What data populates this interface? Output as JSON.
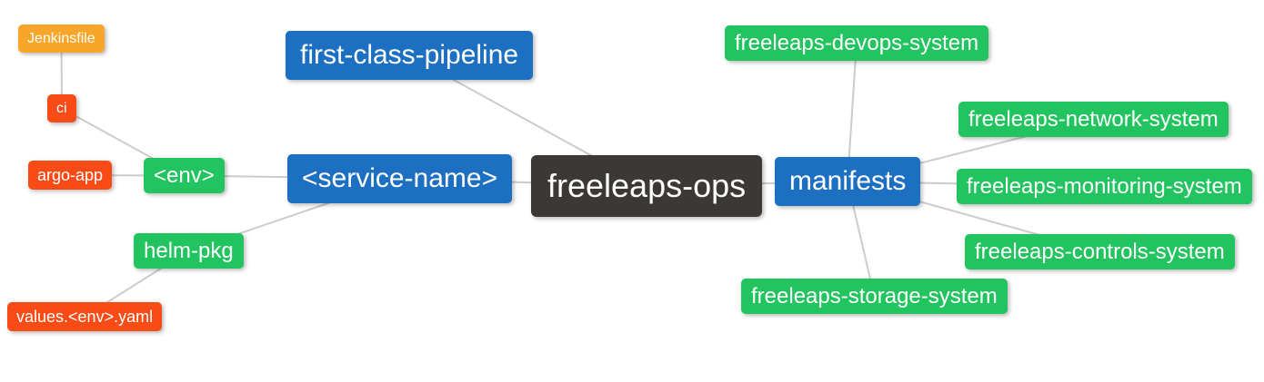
{
  "diagram": {
    "title": "freeleaps-ops mind map",
    "colors": {
      "root_dark": "#3b3835",
      "branch_blue": "#1d6fc2",
      "leaf_green": "#21c45e",
      "leaf_red": "#f94b16",
      "leaf_orange": "#f8a62a",
      "edge": "#cccccc",
      "text": "#ffffff",
      "background": "#ffffff"
    },
    "nodes": {
      "root": {
        "label": "freeleaps-ops"
      },
      "first_class_pipeline": {
        "label": "first-class-pipeline"
      },
      "service_name": {
        "label": "<service-name>"
      },
      "env": {
        "label": "<env>"
      },
      "ci": {
        "label": "ci"
      },
      "jenkinsfile": {
        "label": "Jenkinsfile"
      },
      "argo_app": {
        "label": "argo-app"
      },
      "helm_pkg": {
        "label": "helm-pkg"
      },
      "values_env_yaml": {
        "label": "values.<env>.yaml"
      },
      "manifests": {
        "label": "manifests"
      },
      "devops_system": {
        "label": "freeleaps-devops-system"
      },
      "network_system": {
        "label": "freeleaps-network-system"
      },
      "monitoring_system": {
        "label": "freeleaps-monitoring-system"
      },
      "controls_system": {
        "label": "freeleaps-controls-system"
      },
      "storage_system": {
        "label": "freeleaps-storage-system"
      }
    },
    "edges": [
      [
        "jenkinsfile",
        "ci"
      ],
      [
        "ci",
        "env"
      ],
      [
        "argo_app",
        "env"
      ],
      [
        "env",
        "service_name"
      ],
      [
        "helm_pkg",
        "service_name"
      ],
      [
        "values_env_yaml",
        "helm_pkg"
      ],
      [
        "first_class_pipeline",
        "root"
      ],
      [
        "service_name",
        "root"
      ],
      [
        "root",
        "manifests"
      ],
      [
        "manifests",
        "devops_system"
      ],
      [
        "manifests",
        "network_system"
      ],
      [
        "manifests",
        "monitoring_system"
      ],
      [
        "manifests",
        "controls_system"
      ],
      [
        "manifests",
        "storage_system"
      ]
    ]
  }
}
